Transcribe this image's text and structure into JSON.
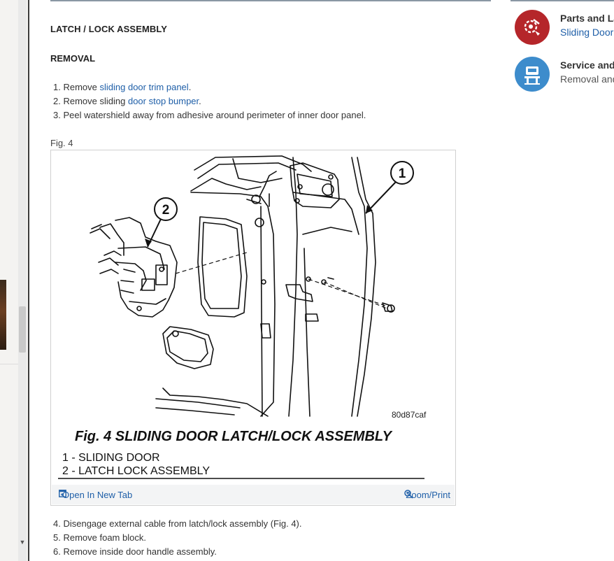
{
  "page": {
    "title": "LATCH / LOCK ASSEMBLY",
    "section": "REMOVAL",
    "steps_before": [
      {
        "num": "1.",
        "pre": "Remove ",
        "link": "sliding door trim panel",
        "post": "."
      },
      {
        "num": "2.",
        "pre": "Remove sliding ",
        "link": "door stop bumper",
        "post": "."
      },
      {
        "num": "3.",
        "pre": "Peel watershield away from adhesive around perimeter of inner door panel.",
        "link": "",
        "post": ""
      }
    ],
    "figure": {
      "label": "Fig. 4",
      "code": "80d87caf",
      "caption": "Fig. 4 SLIDING DOOR LATCH/LOCK ASSEMBLY",
      "legend": [
        "1 - SLIDING DOOR",
        "2 - LATCH LOCK ASSEMBLY"
      ],
      "callouts": [
        "1",
        "2"
      ],
      "open_label": "Open In New Tab",
      "zoom_label": "Zoom/Print"
    },
    "steps_after": [
      "4. Disengage external cable from latch/lock assembly (Fig. 4).",
      "5. Remove foam block.",
      "6. Remove inside door handle assembly."
    ]
  },
  "sidebar": {
    "cards": [
      {
        "title": "Parts and La",
        "subtitle": "Sliding Door",
        "icon": "parts-gear-icon",
        "color": "#b5262a",
        "subtitle_color": "#1f5fa8"
      },
      {
        "title": "Service and",
        "subtitle": "Removal and",
        "icon": "service-lift-icon",
        "color": "#3d8ccc",
        "subtitle_color": "#555555"
      }
    ]
  }
}
